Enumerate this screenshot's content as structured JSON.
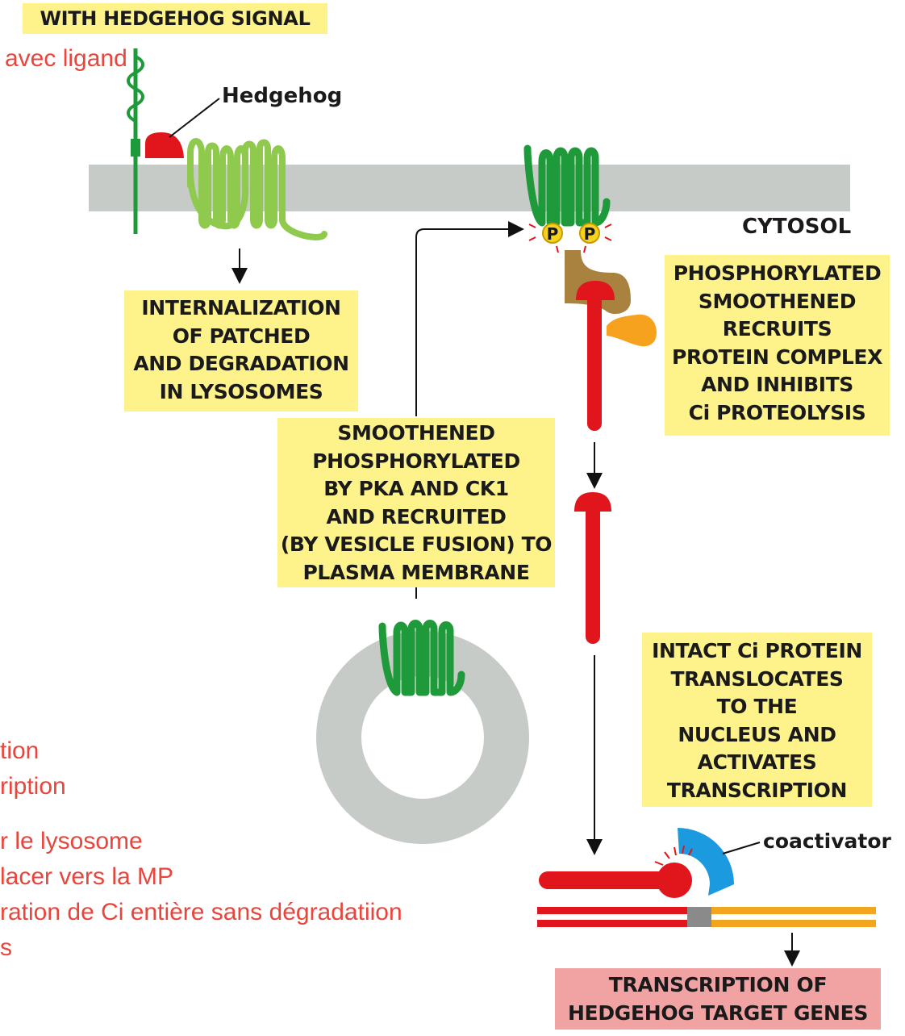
{
  "diagram": {
    "title": "WITH HEDGEHOG SIGNAL",
    "labels": {
      "hedgehog": "Hedgehog",
      "cytosol": "CYTOSOL",
      "coactivator": "coactivator",
      "phospho_mark": "P"
    },
    "boxes": {
      "internalization": [
        "INTERNALIZATION",
        "OF PATCHED",
        "AND DEGRADATION",
        "IN LYSOSOMES"
      ],
      "smoothened": [
        "SMOOTHENED",
        "PHOSPHORYLATED",
        "BY PKA AND CK1",
        "AND RECRUITED",
        "(BY VESICLE FUSION) TO",
        "PLASMA MEMBRANE"
      ],
      "phosphorylated": [
        "PHOSPHORYLATED",
        "SMOOTHENED",
        "RECRUITS",
        "PROTEIN COMPLEX",
        "AND INHIBITS",
        "Ci PROTEOLYSIS"
      ],
      "intact": [
        "INTACT Ci PROTEIN",
        "TRANSLOCATES",
        "TO THE",
        "NUCLEUS AND",
        "ACTIVATES",
        "TRANSCRIPTION"
      ],
      "result": [
        "TRANSCRIPTION OF",
        "HEDGEHOG TARGET GENES"
      ]
    },
    "notes": {
      "ligand": "avec ligand",
      "left": [
        "tion",
        "ription",
        "r le lysosome",
        "lacer vers la MP",
        "ration de Ci entière sans dégradatiion",
        "s"
      ]
    },
    "colors": {
      "membrane": "#c6cbc8",
      "smoothened": "#1f9a3a",
      "patched": "#8fc94e",
      "ci": "#e0161c",
      "box": "#fdf38a",
      "note": "#e8453c",
      "coactivator": "#1c9ae0",
      "dna_target": "#f4a520",
      "result_box": "#f1a3a4"
    }
  }
}
